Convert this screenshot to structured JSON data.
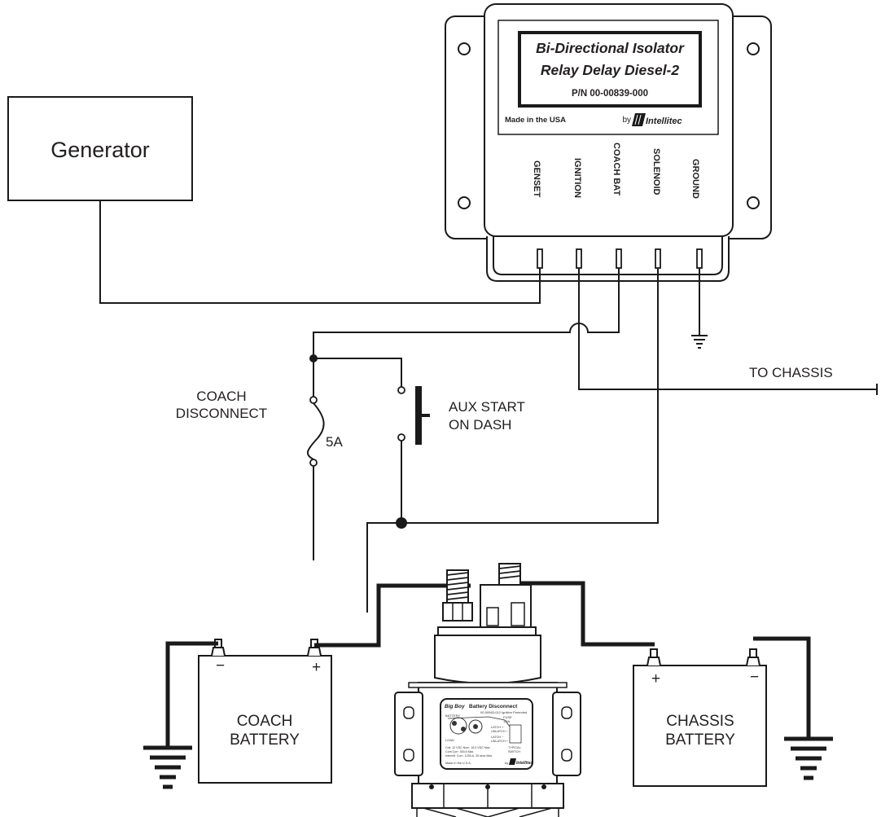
{
  "generator": {
    "label": "Generator"
  },
  "isolator": {
    "title_line1": "Bi-Directional Isolator",
    "title_line2": "Relay Delay Diesel-2",
    "part_number": "P/N 00-00839-000",
    "made_in": "Made in the USA",
    "by": "by",
    "brand": "Intellitec",
    "terminals": [
      "GENSET",
      "IGNITION",
      "COACH BAT",
      "SOLENOID",
      "GROUND"
    ]
  },
  "labels": {
    "to_chassis": "TO CHASSIS",
    "coach_disconnect_line1": "COACH",
    "coach_disconnect_line2": "DISCONNECT",
    "fuse_rating": "5A",
    "aux_start_line1": "AUX START",
    "aux_start_line2": "ON DASH"
  },
  "coach_battery": {
    "line1": "COACH",
    "line2": "BATTERY",
    "neg": "−",
    "pos": "+"
  },
  "chassis_battery": {
    "line1": "CHASSIS",
    "line2": "BATTERY",
    "pos": "+",
    "neg": "−"
  },
  "solenoid_label": {
    "brand": "Big Boy",
    "title": "Battery Disconnect",
    "sub": "00-00563-012 Ignition Protected",
    "battery": "BATTERY",
    "fuse": "FUSE",
    "fuse_rating": "1.5A",
    "latch1": "LATCH +",
    "unlatch1": "UNLATCH −",
    "latch2": "LATCH −",
    "unlatch2": "UNLATCH +",
    "typical": "TYPICAL",
    "switch": "SWITCH",
    "load": "LOAD",
    "spec1": "Coil: 12 VDC Nom. 16.5 VDC Max",
    "spec2": "Cont Curr: 300 A Max.",
    "spec3": "Intermit. Curr.: 1200 A, 30 secs Max.",
    "made": "Made in the U.S.A.",
    "by": "by",
    "maker": "Intellitec"
  }
}
